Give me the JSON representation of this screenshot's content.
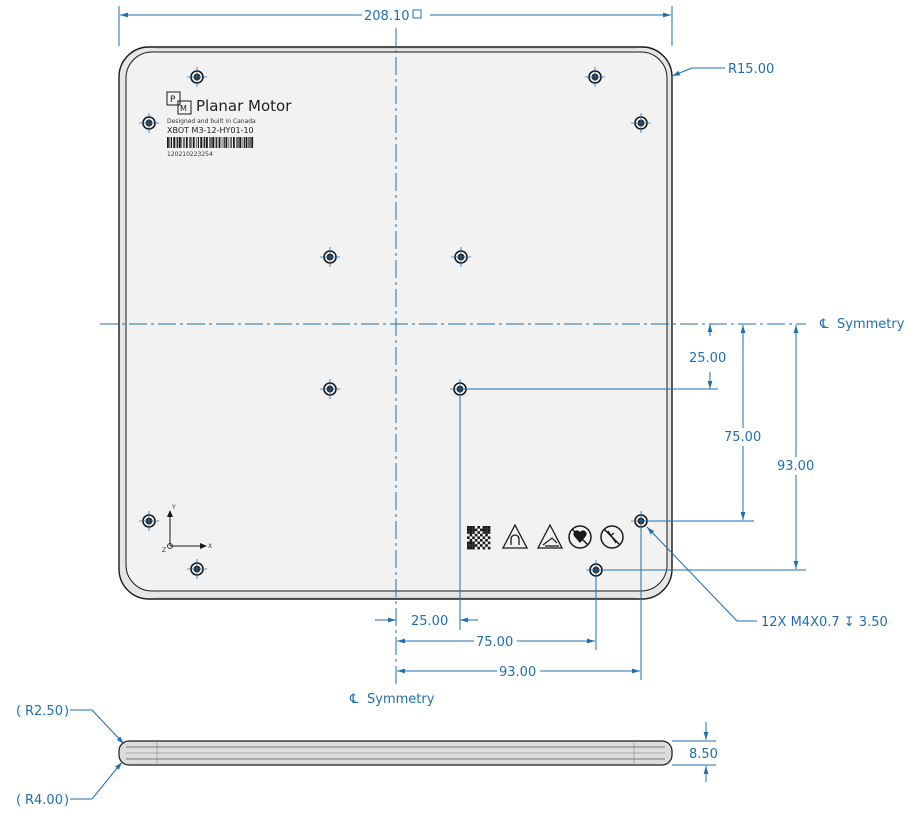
{
  "dimensions": {
    "width": "208.10",
    "corner_radius": "R15.00",
    "y_25": "25.00",
    "y_75": "75.00",
    "y_93": "93.00",
    "x_25": "25.00",
    "x_75": "75.00",
    "x_93": "93.00",
    "hole_callout": "12X M4X0.7 ↧ 3.50",
    "symmetry_label": "Symmetry",
    "symmetry_symbol": "℄",
    "edge_r1": "R2.50",
    "edge_r2": "R4.00",
    "thickness": "8.50"
  },
  "label": {
    "logo_p": "P",
    "logo_m": "M",
    "brand": "Planar Motor",
    "fine_print": "Designed and built in Canada",
    "model": "XBOT M3-12-HY01-10",
    "serial": "120210223254"
  },
  "axis_labels": {
    "y": "Y",
    "x": "X",
    "z": "Z"
  },
  "colors": {
    "dimension": "#1f6fb0",
    "plate_fill": "#f1f1f1",
    "outline": "#1a1a1a"
  },
  "icons": [
    "qr-code-icon",
    "magnetic-field-warning-icon",
    "crush-hazard-warning-icon",
    "no-pacemaker-icon",
    "no-metal-implants-icon"
  ]
}
